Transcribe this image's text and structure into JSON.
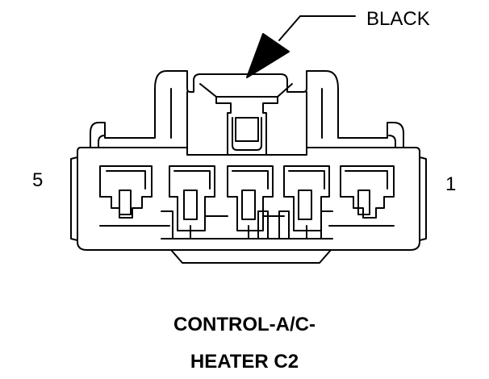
{
  "callout": {
    "label": "BLACK"
  },
  "pins": {
    "left_label": "5",
    "right_label": "1"
  },
  "title": {
    "line1": "CONTROL-A/C-",
    "line2": "HEATER C2"
  },
  "colors": {
    "stroke": "#000000",
    "background": "#ffffff"
  },
  "connector": {
    "cavity_count": 5
  }
}
